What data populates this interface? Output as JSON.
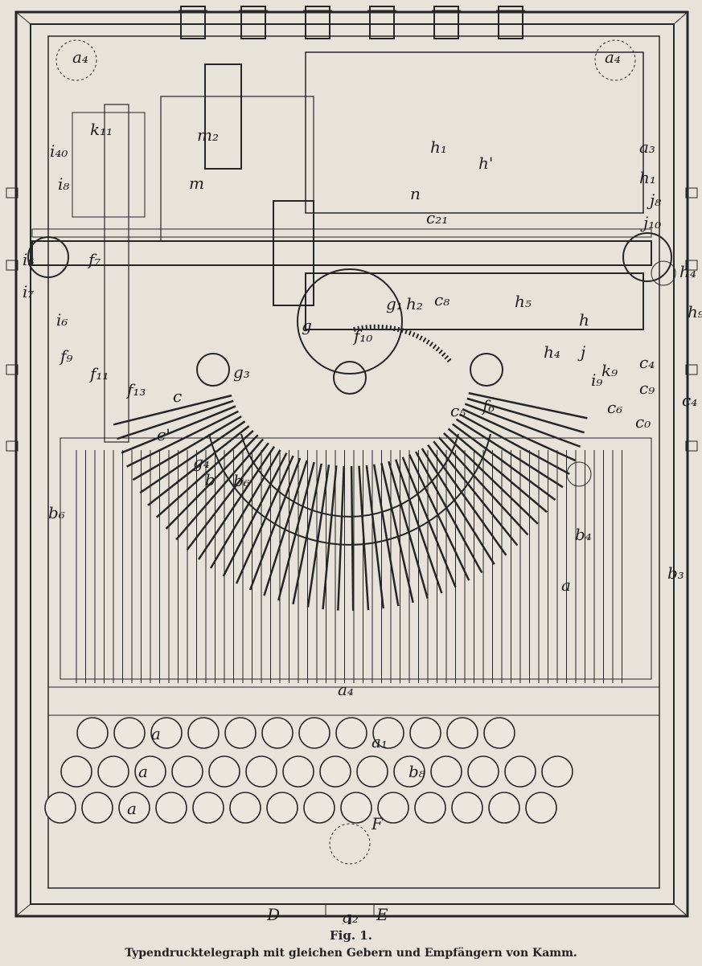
{
  "figure": {
    "number": "Fig. 1.",
    "caption": "Typendrucktelegraph mit gleichen Gebern und Empfängern von Kamm."
  },
  "labels": [
    "a₄",
    "a₄",
    "a₃",
    "h'",
    "h₁",
    "j₈",
    "j₁₀",
    "h₄",
    "h₉",
    "h₅",
    "h",
    "c₈",
    "c₄",
    "c₉",
    "c₄",
    "c₀",
    "h₄",
    "j",
    "k₉",
    "k₁₁",
    "i₄₀",
    "i₈",
    "i₅",
    "f₇",
    "m",
    "m₂",
    "h₁",
    "n",
    "c₂₁",
    "g",
    "g₁",
    "h₂",
    "f₁₀",
    "f₁₁",
    "f₁₃",
    "c'",
    "c",
    "g₄",
    "b",
    "b₆",
    "b₆",
    "b₃",
    "b₄",
    "a",
    "a",
    "a",
    "a",
    "b₈",
    "a₁",
    "a₄",
    "F",
    "D",
    "E",
    "g₂",
    "g₃",
    "f₆",
    "c₅",
    "c₆",
    "i₉",
    "i₇",
    "i₆",
    "f₉"
  ],
  "colors": {
    "paper": "#e7e3da",
    "ink": "#262626"
  }
}
